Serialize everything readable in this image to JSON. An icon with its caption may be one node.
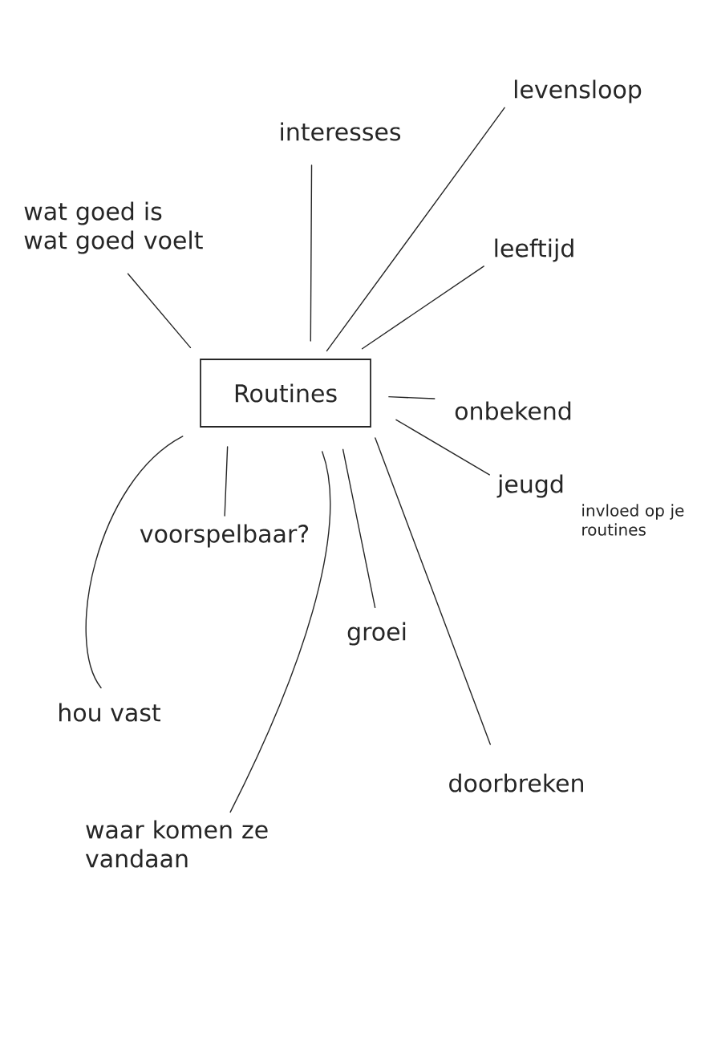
{
  "diagram": {
    "nodes": [
      {
        "text": [
          "Routines"
        ]
      },
      {
        "text": [
          "interesses"
        ]
      },
      {
        "text": [
          "levensloop"
        ]
      },
      {
        "text": [
          "wat goed is wat goed voelt"
        ]
      },
      {
        "text": [
          "leeftijd"
        ]
      },
      {
        "text": [
          "onbekend"
        ]
      },
      {
        "text": [
          "jeugd"
        ],
        "beside": [
          "invloed op je routines"
        ]
      },
      {
        "text": [
          "voorspelbaar?"
        ]
      },
      {
        "text": [
          "groei"
        ]
      },
      {
        "text": [
          "hou vast"
        ]
      },
      {
        "text": [
          "doorbreken"
        ]
      },
      {
        "text": [
          "waar komen ze vandaan"
        ]
      }
    ],
    "edges": [
      {
        "from": 0,
        "to": 1,
        "arrow": "none"
      },
      {
        "from": 0,
        "to": 2,
        "arrow": "none"
      },
      {
        "from": 0,
        "to": 3,
        "arrow": "none"
      },
      {
        "from": 0,
        "to": 4,
        "arrow": "none"
      },
      {
        "from": 0,
        "to": 5,
        "arrow": "none"
      },
      {
        "from": 0,
        "to": 6,
        "arrow": "none"
      },
      {
        "from": 0,
        "to": 7,
        "arrow": "none"
      },
      {
        "from": 0,
        "to": 8,
        "arrow": "none"
      },
      {
        "from": 0,
        "to": 9,
        "arrow": "none"
      },
      {
        "from": 0,
        "to": 10,
        "arrow": "none"
      },
      {
        "from": 0,
        "to": 11,
        "arrow": "none"
      }
    ]
  }
}
